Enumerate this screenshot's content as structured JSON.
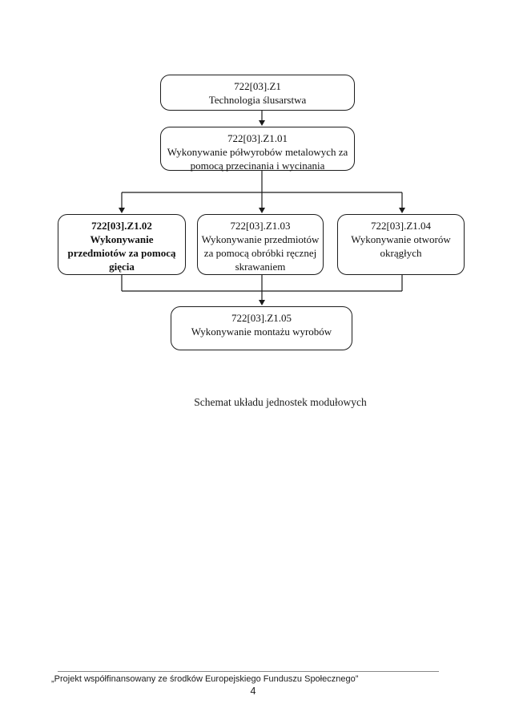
{
  "page": {
    "caption": "Schemat układu jednostek modułowych",
    "footer_text": "„Projekt współfinansowany ze środków Europejskiego Funduszu Społecznego”",
    "page_number": "4"
  },
  "diagram": {
    "line_color": "#1a1a1a",
    "boxes": [
      {
        "code": "722[03].Z1",
        "name": "Technologia ślusarstwa"
      },
      {
        "code": "722[03].Z1.01",
        "name": [
          "Wykonywanie półwyrobów metalowych za",
          "pomocą przecinania i wycinania"
        ]
      },
      {
        "code": "722[03].Z1.02",
        "name": [
          "Wykonywanie",
          "przedmiotów za pomocą",
          "gięcia"
        ]
      },
      {
        "code": "722[03].Z1.03",
        "name": [
          "Wykonywanie przedmiotów",
          "za pomocą obróbki ręcznej",
          "skrawaniem"
        ]
      },
      {
        "code": "722[03].Z1.04",
        "name": [
          "Wykonywanie otworów",
          "okrągłych"
        ]
      },
      {
        "code": "722[03].Z1.05",
        "name": "Wykonywanie montażu wyrobów"
      }
    ]
  }
}
